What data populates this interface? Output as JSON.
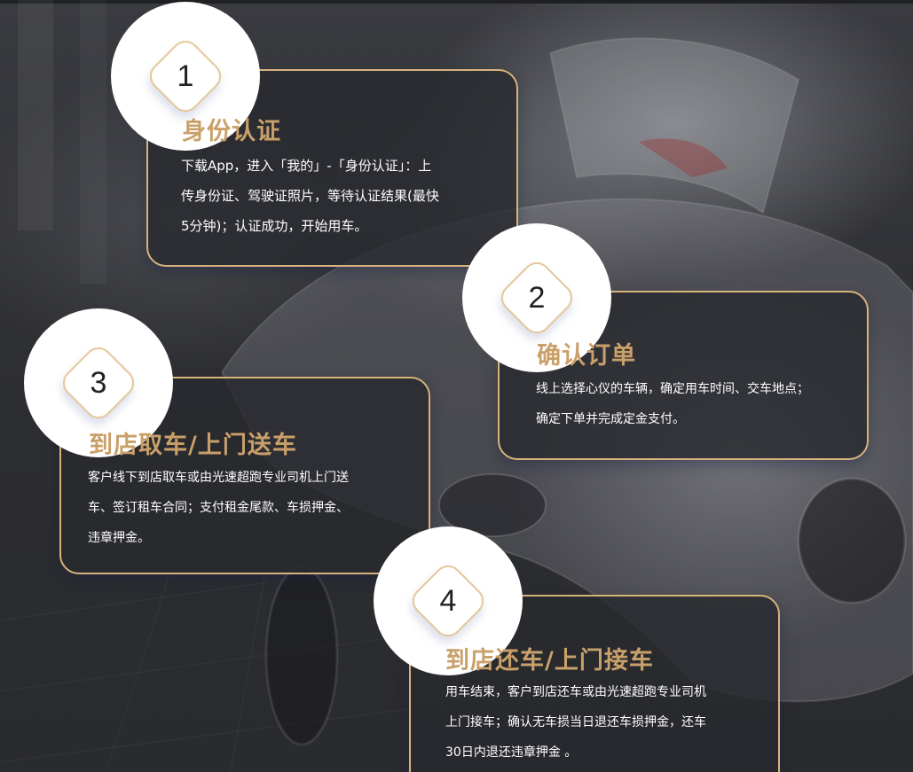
{
  "colors": {
    "accent_gold": "#c9a06a",
    "card_border": "#d7b27c",
    "body_text": "#ffffff",
    "step_number": "#222222"
  },
  "steps": [
    {
      "number": "1",
      "title": "身份认证",
      "lines": [
        "下载App，进入「我的」-「身份认证」：上",
        "传身份证、驾驶证照片，等待认证结果(最快",
        "5分钟)；认证成功，开始用车。"
      ]
    },
    {
      "number": "2",
      "title": "确认订单",
      "lines": [
        "线上选择心仪的车辆，确定用车时间、交车地点；",
        "确定下单并完成定金支付。"
      ]
    },
    {
      "number": "3",
      "title": "到店取车/上门送车",
      "lines": [
        "客户线下到店取车或由光速超跑专业司机上门送",
        "车、签订租车合同；支付租金尾款、车损押金、",
        "违章押金。"
      ]
    },
    {
      "number": "4",
      "title": "到店还车/上门接车",
      "lines": [
        "用车结束，客户到店还车或由光速超跑专业司机",
        "上门接车；确认无车损当日退还车损押金，还车",
        "30日内退还违章押金 。"
      ]
    }
  ]
}
